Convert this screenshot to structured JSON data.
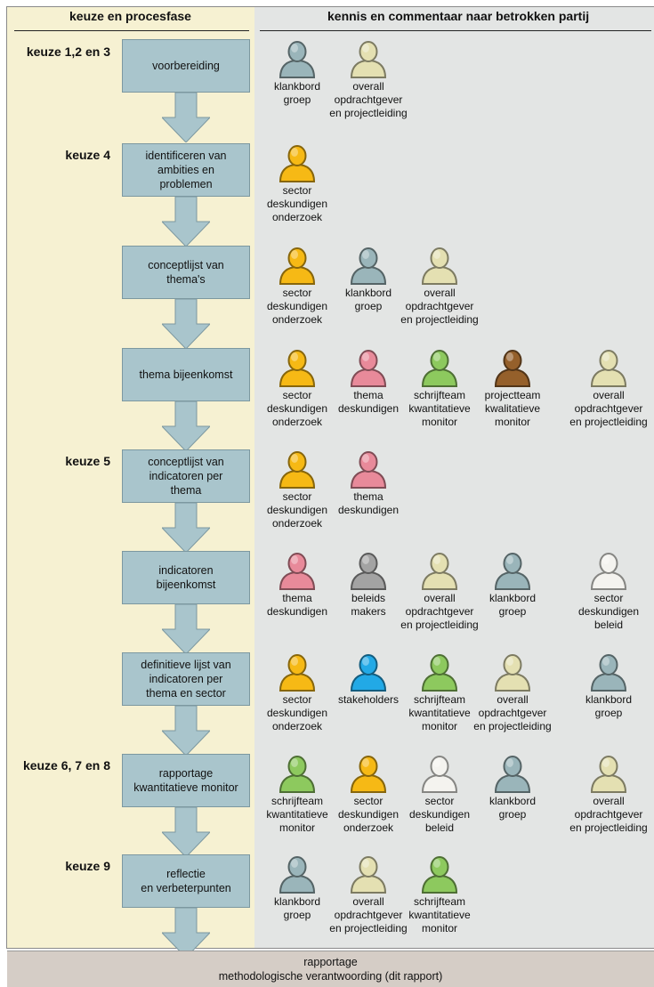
{
  "header": {
    "left_title": "keuze en procesfase",
    "right_title": "kennis en commentaar naar betrokken partij"
  },
  "colors": {
    "sector_deskundigen_onderzoek": "#f6b915",
    "klankbord": "#9ab5ba",
    "overall": "#e4e0b2",
    "thema": "#e88a9a",
    "schrijfteam": "#8dc95e",
    "projectteam": "#95602b",
    "beleids": "#a3a3a3",
    "sector_beleid": "#f4f3ef",
    "stakeholders": "#22a9e6"
  },
  "steps": [
    {
      "keuze": "keuze 1,2 en 3",
      "label": "voorbereiding",
      "actors": [
        {
          "label": "klankbord\ngroep",
          "color": "klankbord"
        },
        {
          "label": "overall\nopdrachtgever\nen projectleiding",
          "color": "overall"
        }
      ]
    },
    {
      "keuze": "keuze 4",
      "label": "identificeren van\nambities en\nproblemen",
      "actors": [
        {
          "label": "sector\ndeskundigen\nonderzoek",
          "color": "sector_deskundigen_onderzoek"
        }
      ]
    },
    {
      "keuze": "",
      "label": "conceptlijst van\nthema's",
      "actors": [
        {
          "label": "sector\ndeskundigen\nonderzoek",
          "color": "sector_deskundigen_onderzoek"
        },
        {
          "label": "klankbord\ngroep",
          "color": "klankbord"
        },
        {
          "label": "overall\nopdrachtgever\nen projectleiding",
          "color": "overall"
        }
      ]
    },
    {
      "keuze": "",
      "label": "thema bijeenkomst",
      "actors": [
        {
          "label": "sector\ndeskundigen\nonderzoek",
          "color": "sector_deskundigen_onderzoek"
        },
        {
          "label": "thema\ndeskundigen",
          "color": "thema"
        },
        {
          "label": "schrijfteam\nkwantitatieve\nmonitor",
          "color": "schrijfteam"
        },
        {
          "label": "projectteam\nkwalitatieve\nmonitor",
          "color": "projectteam"
        },
        {
          "label": "overall\nopdrachtgever\nen projectleiding",
          "color": "overall"
        }
      ]
    },
    {
      "keuze": "keuze 5",
      "label": "conceptlijst van\nindicatoren per\nthema",
      "actors": [
        {
          "label": "sector\ndeskundigen\nonderzoek",
          "color": "sector_deskundigen_onderzoek"
        },
        {
          "label": "thema\ndeskundigen",
          "color": "thema"
        }
      ]
    },
    {
      "keuze": "",
      "label": "indicatoren\nbijeenkomst",
      "actors": [
        {
          "label": "thema\ndeskundigen",
          "color": "thema"
        },
        {
          "label": "beleids\nmakers",
          "color": "beleids"
        },
        {
          "label": "overall\nopdrachtgever\nen projectleiding",
          "color": "overall"
        },
        {
          "label": "klankbord\ngroep",
          "color": "klankbord"
        },
        {
          "label": "sector\ndeskundigen\nbeleid",
          "color": "sector_beleid"
        }
      ]
    },
    {
      "keuze": "",
      "label": "definitieve lijst van\nindicatoren per\nthema en sector",
      "actors": [
        {
          "label": "sector\ndeskundigen\nonderzoek",
          "color": "sector_deskundigen_onderzoek"
        },
        {
          "label": "stakeholders",
          "color": "stakeholders"
        },
        {
          "label": "schrijfteam\nkwantitatieve\nmonitor",
          "color": "schrijfteam"
        },
        {
          "label": "overall\nopdrachtgever\nen projectleiding",
          "color": "overall"
        },
        {
          "label": "klankbord\ngroep",
          "color": "klankbord"
        }
      ]
    },
    {
      "keuze": "keuze 6, 7 en 8",
      "label": "rapportage\nkwantitatieve monitor",
      "actors": [
        {
          "label": "schrijfteam\nkwantitatieve\nmonitor",
          "color": "schrijfteam"
        },
        {
          "label": "sector\ndeskundigen\nonderzoek",
          "color": "sector_deskundigen_onderzoek"
        },
        {
          "label": "sector\ndeskundigen\nbeleid",
          "color": "sector_beleid"
        },
        {
          "label": "klankbord\ngroep",
          "color": "klankbord"
        },
        {
          "label": "overall\nopdrachtgever\nen projectleiding",
          "color": "overall"
        }
      ]
    },
    {
      "keuze": "keuze 9",
      "label": "reflectie\nen verbeterpunten",
      "actors": [
        {
          "label": "klankbord\ngroep",
          "color": "klankbord"
        },
        {
          "label": "overall\nopdrachtgever\nen projectleiding",
          "color": "overall"
        },
        {
          "label": "schrijfteam\nkwantitatieve\nmonitor",
          "color": "schrijfteam"
        }
      ]
    }
  ],
  "footer": {
    "line1": "rapportage",
    "line2": "methodologische verantwoording (dit rapport)"
  }
}
